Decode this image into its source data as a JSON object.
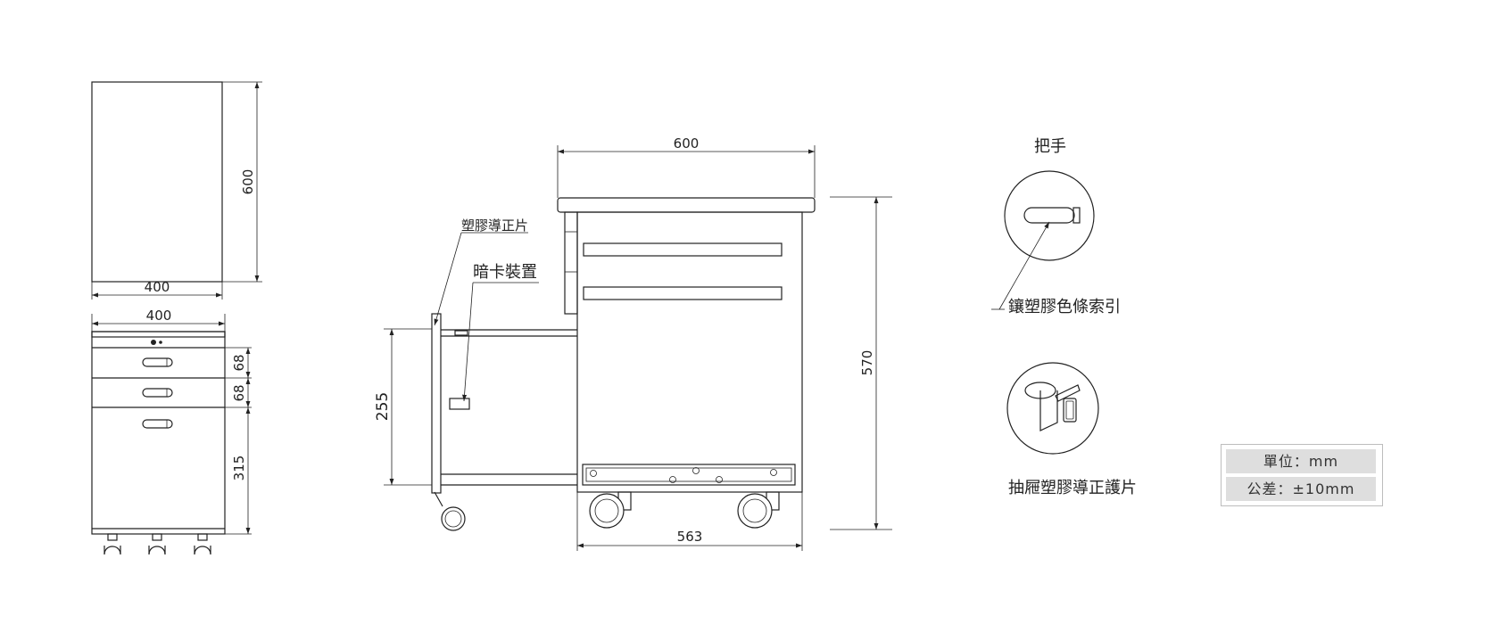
{
  "top_view": {
    "depth": "600",
    "width": "400"
  },
  "front_view": {
    "width": "400",
    "drawer1": "68",
    "drawer2": "68",
    "drawer3": "315"
  },
  "side_view": {
    "top_width": "600",
    "height": "570",
    "drawer_opening": "255",
    "base_width": "563"
  },
  "callouts": {
    "plastic_guide": "塑膠導正片",
    "hidden_latch": "暗卡裝置",
    "handle_title": "把手",
    "handle_strip": "鑲塑膠色條索引",
    "drawer_guide": "抽屜塑膠導正護片"
  },
  "units": {
    "unit": "單位：mm",
    "tolerance": "公差：±10mm"
  }
}
